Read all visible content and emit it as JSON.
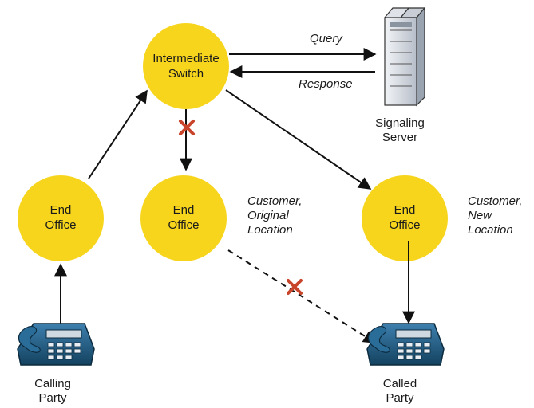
{
  "nodes": {
    "intermediate_switch": {
      "line1": "Intermediate",
      "line2": "Switch"
    },
    "end_office_calling": {
      "line1": "End",
      "line2": "Office"
    },
    "end_office_original": {
      "line1": "End",
      "line2": "Office"
    },
    "end_office_new": {
      "line1": "End",
      "line2": "Office"
    }
  },
  "edges": {
    "query": "Query",
    "response": "Response"
  },
  "server": {
    "line1": "Signaling",
    "line2": "Server"
  },
  "annotations": {
    "original_location": {
      "line1": "Customer,",
      "line2": "Original",
      "line3": "Location"
    },
    "new_location": {
      "line1": "Customer,",
      "line2": "New",
      "line3": "Location"
    }
  },
  "parties": {
    "calling": {
      "line1": "Calling",
      "line2": "Party"
    },
    "called": {
      "line1": "Called",
      "line2": "Party"
    }
  },
  "colors": {
    "node_fill": "#f7d51d",
    "arrow": "#111111",
    "x_mark": "#c8442a",
    "phone_body": "#1f5e86",
    "server_body": "#e4e8ee"
  }
}
